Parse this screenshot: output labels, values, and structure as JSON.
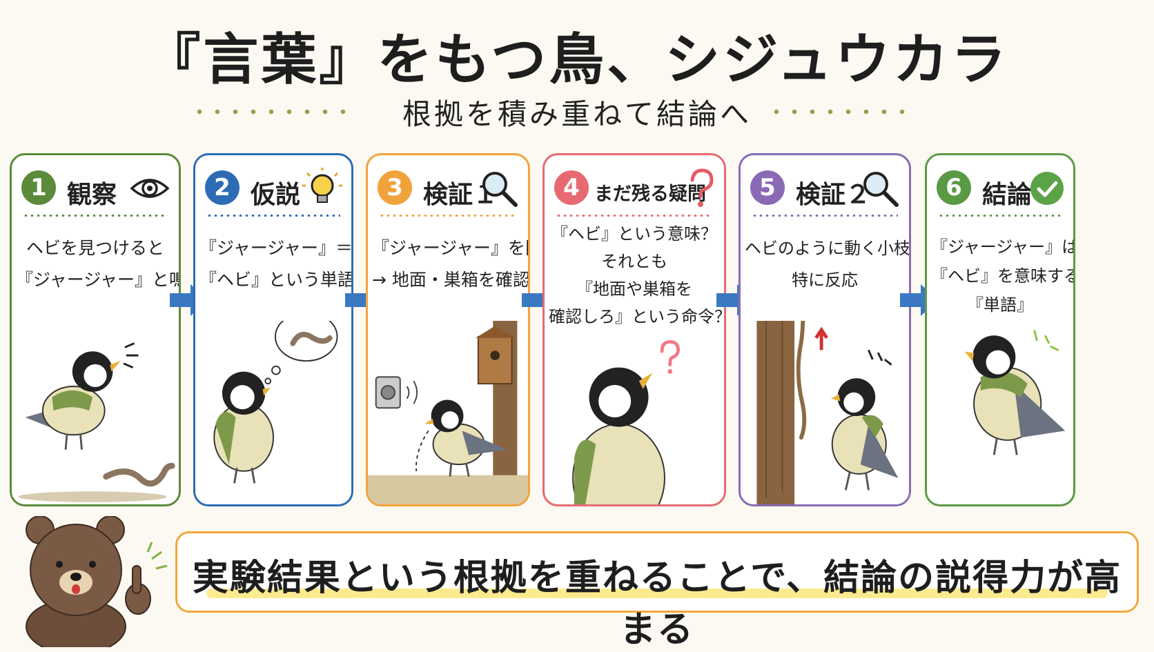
{
  "title": "『言葉』をもつ鳥、シジュウカラ",
  "subtitle": "根拠を積み重ねて結論へ",
  "steps": [
    {
      "num": "1",
      "label": "観察",
      "color": "#5b8a3a",
      "icon": "eye-icon",
      "lines": [
        "ヘビを見つけると",
        "『ジャージャー』と鳴く"
      ]
    },
    {
      "num": "2",
      "label": "仮説",
      "color": "#2d6cb5",
      "icon": "lightbulb-icon",
      "lines": [
        "『ジャージャー』＝",
        "『ヘビ』という単語？"
      ]
    },
    {
      "num": "3",
      "label": "検証１",
      "color": "#f0a33a",
      "icon": "magnifier-icon",
      "lines": [
        "『ジャージャー』を聞く",
        "→ 地面・巣箱を確認"
      ]
    },
    {
      "num": "4",
      "label": "まだ残る疑問",
      "color": "#e76a72",
      "icon": "question-icon",
      "lines": [
        "『ヘビ』という意味？",
        "それとも",
        "『地面や巣箱を",
        "確認しろ』という命令？"
      ]
    },
    {
      "num": "5",
      "label": "検証２",
      "color": "#8a6ab5",
      "icon": "magnifier-icon",
      "lines": [
        "ヘビのように動く小枝に",
        "特に反応"
      ]
    },
    {
      "num": "6",
      "label": "結論",
      "color": "#5b9a44",
      "icon": "check-icon",
      "lines": [
        "『ジャージャー』は",
        "『ヘビ』を意味する",
        "『単語』"
      ]
    }
  ],
  "conclusion": "実験結果という根拠を重ねることで、結論の説得力が高まる",
  "colors": {
    "arrow": "#3b78c2",
    "background": "#fbf9f1",
    "highlight": "#fbe77a",
    "conclusion_border": "#f0a83c"
  }
}
